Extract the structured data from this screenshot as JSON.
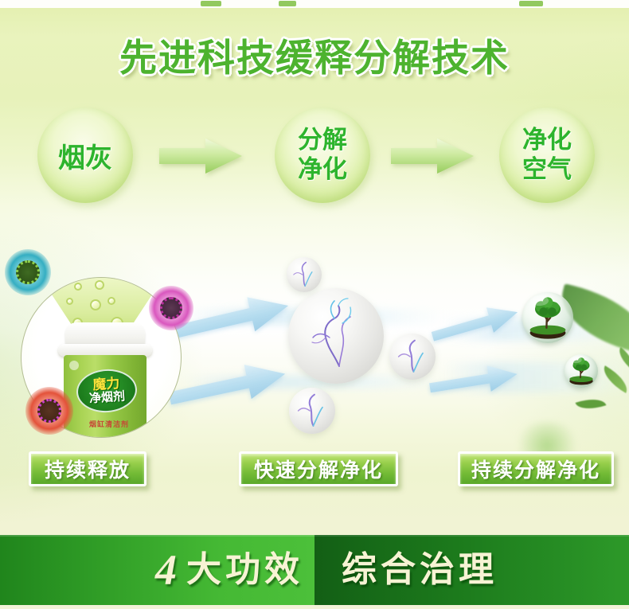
{
  "title": {
    "text": "先进科技缓释分解技术",
    "color": "#4db32f"
  },
  "flow": {
    "steps": [
      {
        "label": "烟灰"
      },
      {
        "label": "分解\n净化"
      },
      {
        "label": "净化\n空气"
      }
    ],
    "circle_text_color": "#2db42d"
  },
  "product": {
    "brand": "魔力",
    "name": "净烟剂",
    "subtitle": "烟缸清洁剂"
  },
  "captions": [
    {
      "label": "持续释放"
    },
    {
      "label": "快速分解净化"
    },
    {
      "label": "持续分解净化"
    }
  ],
  "footer": {
    "left_number": "4",
    "left_text": "大功效",
    "right_text": "综合治理",
    "left_bg": "#3fae2f",
    "right_bg": "#1e7d1e",
    "text_color": "#f6f2d2"
  },
  "colors": {
    "background_top": "#e5f0b4",
    "background_mid": "#ffffff",
    "background_bottom": "#f3f2d8",
    "accent_green": "#4db32f",
    "arrow_blue": "#aed8ee",
    "flow_arrow_green": "#b4da7c",
    "button_green": "#73bb36",
    "germ_teal": "#35aec2",
    "germ_pink": "#d957be",
    "germ_red": "#e3523a"
  },
  "icons": {
    "flow_arrow": "right-arrow",
    "diffusion_arrow": "right-arrow",
    "germ": "virus-particle",
    "bubble": "release-bubble",
    "smoke_sphere": "smoke-capsule",
    "tree_sphere": "clean-air-globe",
    "leaf": "leaf"
  }
}
